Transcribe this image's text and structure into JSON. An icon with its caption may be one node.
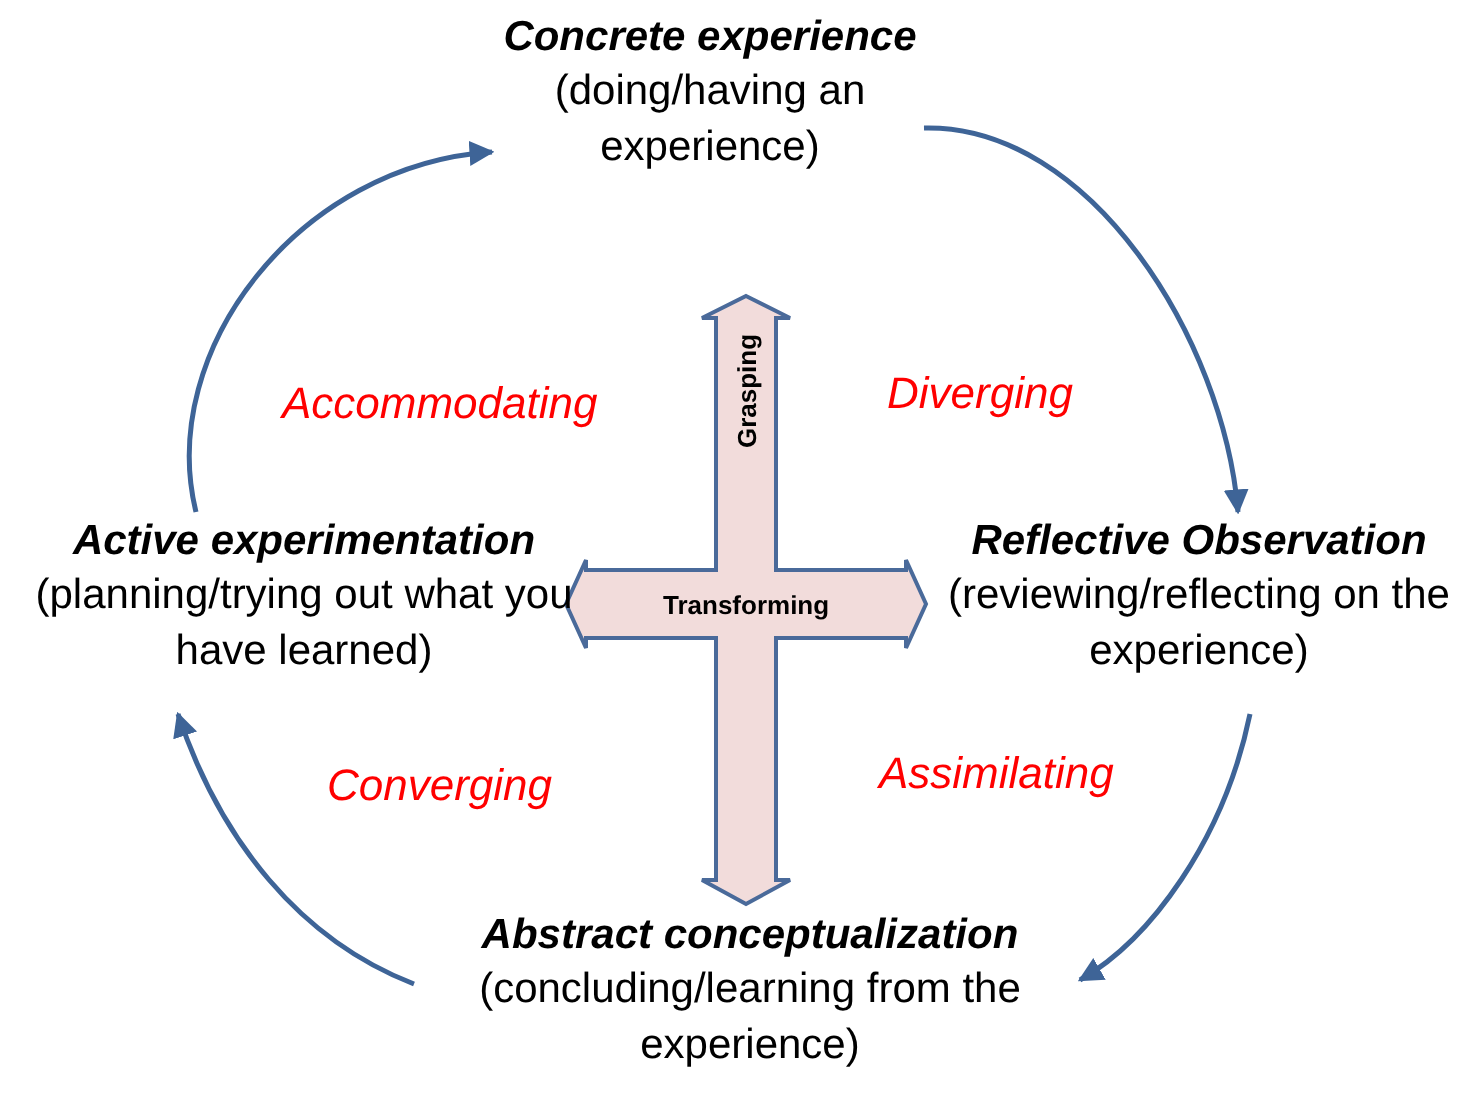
{
  "diagram": {
    "nodes": [
      {
        "text": [
          "Concrete experience",
          "(doing/having an experience)"
        ]
      },
      {
        "text": [
          "Reflective Observation",
          "(reviewing/reflecting on the experience)"
        ]
      },
      {
        "text": [
          "Abstract conceptualization",
          "(concluding/learning from the experience)"
        ]
      },
      {
        "text": [
          "Active experimentation",
          "(planning/trying out what you have learned)"
        ]
      }
    ],
    "edges": [
      {
        "from": 3,
        "to": 0,
        "arrow": "to"
      },
      {
        "from": 0,
        "to": 1,
        "arrow": "to"
      },
      {
        "from": 1,
        "to": 2,
        "arrow": "to"
      },
      {
        "from": 2,
        "to": 3,
        "arrow": "to"
      }
    ],
    "labels": [
      "Accommodating",
      "Diverging",
      "Grasping",
      "Transforming",
      "Converging",
      "Assimilating"
    ]
  }
}
